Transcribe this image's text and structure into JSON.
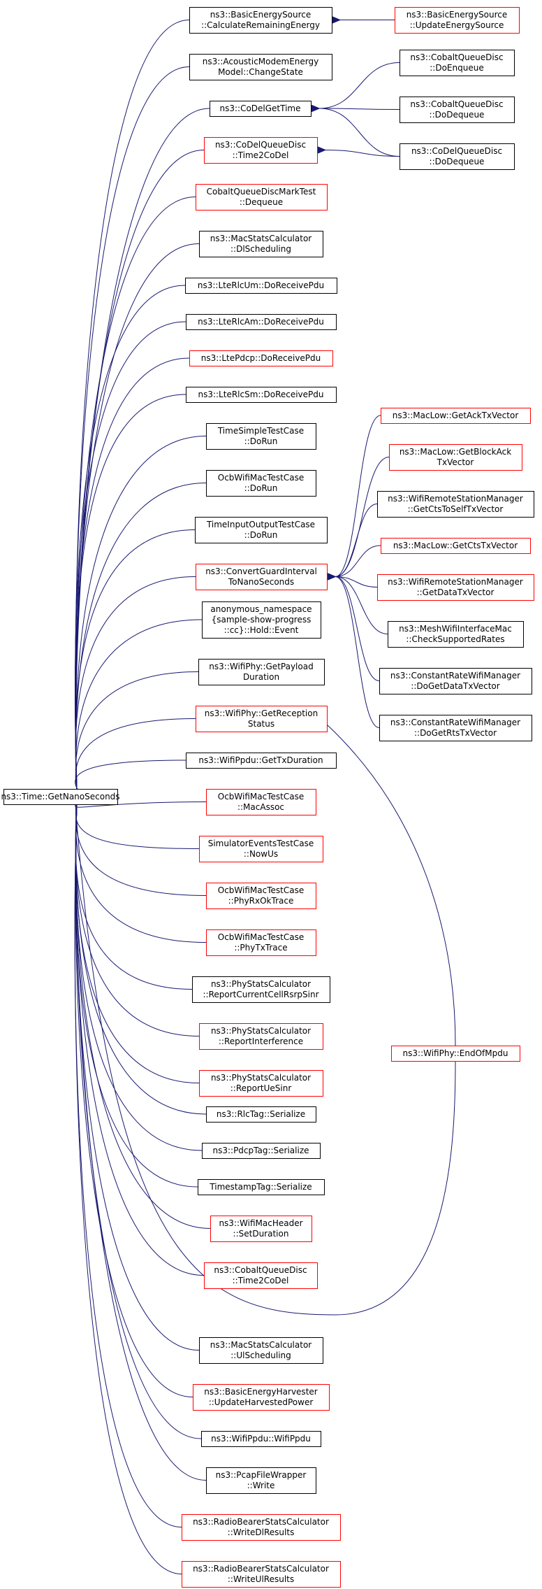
{
  "graph": {
    "colors": {
      "edge": "#191970",
      "black_border": "#000000",
      "red_border": "#ff0000",
      "root_fill": "#bfbfbf"
    },
    "root": {
      "id": "root",
      "lines": [
        "ns3::Time::GetNanoSeconds"
      ]
    },
    "nodes": [
      {
        "id": "basic_energy_calc",
        "lines": [
          "ns3::BasicEnergySource",
          "::CalculateRemainingEnergy"
        ],
        "border": "black"
      },
      {
        "id": "basic_energy_update",
        "lines": [
          "ns3::BasicEnergySource",
          "::UpdateEnergySource"
        ],
        "border": "red"
      },
      {
        "id": "acoustic_modem",
        "lines": [
          "ns3::AcousticModemEnergy",
          "Model::ChangeState"
        ],
        "border": "black"
      },
      {
        "id": "codel_get_time",
        "lines": [
          "ns3::CoDelGetTime"
        ],
        "border": "black"
      },
      {
        "id": "cobalt_enqueue",
        "lines": [
          "ns3::CobaltQueueDisc",
          "::DoEnqueue"
        ],
        "border": "black"
      },
      {
        "id": "cobalt_dequeue_a",
        "lines": [
          "ns3::CobaltQueueDisc",
          "::DoDequeue"
        ],
        "border": "black"
      },
      {
        "id": "codel_time2codel",
        "lines": [
          "ns3::CoDelQueueDisc",
          "::Time2CoDel"
        ],
        "border": "red"
      },
      {
        "id": "codel_dequeue",
        "lines": [
          "ns3::CoDelQueueDisc",
          "::DoDequeue"
        ],
        "border": "black"
      },
      {
        "id": "cobalt_mark_test",
        "lines": [
          "CobaltQueueDiscMarkTest",
          "::Dequeue"
        ],
        "border": "red"
      },
      {
        "id": "mac_stats_dl",
        "lines": [
          "ns3::MacStatsCalculator",
          "::DlScheduling"
        ],
        "border": "black"
      },
      {
        "id": "lte_rlc_um",
        "lines": [
          "ns3::LteRlcUm::DoReceivePdu"
        ],
        "border": "black"
      },
      {
        "id": "lte_rlc_am",
        "lines": [
          "ns3::LteRlcAm::DoReceivePdu"
        ],
        "border": "black"
      },
      {
        "id": "lte_pdcp",
        "lines": [
          "ns3::LtePdcp::DoReceivePdu"
        ],
        "border": "red"
      },
      {
        "id": "lte_rlc_sm",
        "lines": [
          "ns3::LteRlcSm::DoReceivePdu"
        ],
        "border": "black"
      },
      {
        "id": "time_simple_test",
        "lines": [
          "TimeSimpleTestCase",
          "::DoRun"
        ],
        "border": "black"
      },
      {
        "id": "ocb_dorun",
        "lines": [
          "OcbWifiMacTestCase",
          "::DoRun"
        ],
        "border": "black"
      },
      {
        "id": "time_io_test",
        "lines": [
          "TimeInputOutputTestCase",
          "::DoRun"
        ],
        "border": "black"
      },
      {
        "id": "convert_guard",
        "lines": [
          "ns3::ConvertGuardInterval",
          "ToNanoSeconds"
        ],
        "border": "red"
      },
      {
        "id": "mac_get_ack",
        "lines": [
          "ns3::MacLow::GetAckTxVector"
        ],
        "border": "red"
      },
      {
        "id": "mac_get_block_ack",
        "lines": [
          "ns3::MacLow::GetBlockAck",
          "TxVector"
        ],
        "border": "red"
      },
      {
        "id": "remote_cts_to_self",
        "lines": [
          "ns3::WifiRemoteStationManager",
          "::GetCtsToSelfTxVector"
        ],
        "border": "black"
      },
      {
        "id": "mac_get_cts",
        "lines": [
          "ns3::MacLow::GetCtsTxVector"
        ],
        "border": "red"
      },
      {
        "id": "remote_data_tx",
        "lines": [
          "ns3::WifiRemoteStationManager",
          "::GetDataTxVector"
        ],
        "border": "red"
      },
      {
        "id": "mesh_check_rates",
        "lines": [
          "ns3::MeshWifiInterfaceMac",
          "::CheckSupportedRates"
        ],
        "border": "black"
      },
      {
        "id": "constrate_data",
        "lines": [
          "ns3::ConstantRateWifiManager",
          "::DoGetDataTxVector"
        ],
        "border": "black"
      },
      {
        "id": "constrate_rts",
        "lines": [
          "ns3::ConstantRateWifiManager",
          "::DoGetRtsTxVector"
        ],
        "border": "black"
      },
      {
        "id": "anon_hold_event",
        "lines": [
          "anonymous_namespace",
          "{sample-show-progress",
          "::cc}::Hold::Event"
        ],
        "border": "black"
      },
      {
        "id": "wifiphy_payload",
        "lines": [
          "ns3::WifiPhy::GetPayload",
          "Duration"
        ],
        "border": "black"
      },
      {
        "id": "wifiphy_reception",
        "lines": [
          "ns3::WifiPhy::GetReception",
          "Status"
        ],
        "border": "red"
      },
      {
        "id": "wifippdu_txdur",
        "lines": [
          "ns3::WifiPpdu::GetTxDuration"
        ],
        "border": "black"
      },
      {
        "id": "ocb_macassoc",
        "lines": [
          "OcbWifiMacTestCase",
          "::MacAssoc"
        ],
        "border": "red"
      },
      {
        "id": "sim_events_nowus",
        "lines": [
          "SimulatorEventsTestCase",
          "::NowUs"
        ],
        "border": "red"
      },
      {
        "id": "ocb_phyrxok",
        "lines": [
          "OcbWifiMacTestCase",
          "::PhyRxOkTrace"
        ],
        "border": "red"
      },
      {
        "id": "ocb_phytx",
        "lines": [
          "OcbWifiMacTestCase",
          "::PhyTxTrace"
        ],
        "border": "red"
      },
      {
        "id": "phystats_rsrp",
        "lines": [
          "ns3::PhyStatsCalculator",
          "::ReportCurrentCellRsrpSinr"
        ],
        "border": "black"
      },
      {
        "id": "phystats_interf",
        "lines": [
          "ns3::PhyStatsCalculator",
          "::ReportInterference"
        ],
        "border": "red"
      },
      {
        "id": "phystats_uesinr",
        "lines": [
          "ns3::PhyStatsCalculator",
          "::ReportUeSinr"
        ],
        "border": "red"
      },
      {
        "id": "wifiphy_endofmpdu",
        "lines": [
          "ns3::WifiPhy::EndOfMpdu"
        ],
        "border": "red"
      },
      {
        "id": "rlctag_ser",
        "lines": [
          "ns3::RlcTag::Serialize"
        ],
        "border": "black"
      },
      {
        "id": "pdcptag_ser",
        "lines": [
          "ns3::PdcpTag::Serialize"
        ],
        "border": "black"
      },
      {
        "id": "timestamptag_ser",
        "lines": [
          "TimestampTag::Serialize"
        ],
        "border": "black"
      },
      {
        "id": "wifimachdr_setdur",
        "lines": [
          "ns3::WifiMacHeader",
          "::SetDuration"
        ],
        "border": "red"
      },
      {
        "id": "cobalt_time2codel",
        "lines": [
          "ns3::CobaltQueueDisc",
          "::Time2CoDel"
        ],
        "border": "red"
      },
      {
        "id": "mac_stats_ul",
        "lines": [
          "ns3::MacStatsCalculator",
          "::UlScheduling"
        ],
        "border": "black"
      },
      {
        "id": "energy_harvester",
        "lines": [
          "ns3::BasicEnergyHarvester",
          "::UpdateHarvestedPower"
        ],
        "border": "red"
      },
      {
        "id": "wifippdu_ctor",
        "lines": [
          "ns3::WifiPpdu::WifiPpdu"
        ],
        "border": "black"
      },
      {
        "id": "pcap_write",
        "lines": [
          "ns3::PcapFileWrapper",
          "::Write"
        ],
        "border": "black"
      },
      {
        "id": "radio_dl",
        "lines": [
          "ns3::RadioBearerStatsCalculator",
          "::WriteDlResults"
        ],
        "border": "red"
      },
      {
        "id": "radio_ul",
        "lines": [
          "ns3::RadioBearerStatsCalculator",
          "::WriteUlResults"
        ],
        "border": "red"
      }
    ],
    "edges": [
      [
        "basic_energy_update",
        "basic_energy_calc"
      ],
      [
        "cobalt_enqueue",
        "codel_get_time"
      ],
      [
        "cobalt_dequeue_a",
        "codel_get_time"
      ],
      [
        "codel_dequeue",
        "codel_get_time"
      ],
      [
        "codel_dequeue",
        "codel_time2codel"
      ],
      [
        "mac_get_ack",
        "convert_guard"
      ],
      [
        "mac_get_block_ack",
        "convert_guard"
      ],
      [
        "remote_cts_to_self",
        "convert_guard"
      ],
      [
        "mac_get_cts",
        "convert_guard"
      ],
      [
        "remote_data_tx",
        "convert_guard"
      ],
      [
        "mesh_check_rates",
        "convert_guard"
      ],
      [
        "constrate_data",
        "convert_guard"
      ],
      [
        "constrate_rts",
        "convert_guard"
      ],
      [
        "wifiphy_endofmpdu",
        "wifiphy_reception"
      ],
      [
        "wifiphy_endofmpdu",
        "root"
      ],
      [
        "basic_energy_calc",
        "root"
      ],
      [
        "acoustic_modem",
        "root"
      ],
      [
        "codel_get_time",
        "root"
      ],
      [
        "codel_time2codel",
        "root"
      ],
      [
        "cobalt_mark_test",
        "root"
      ],
      [
        "mac_stats_dl",
        "root"
      ],
      [
        "lte_rlc_um",
        "root"
      ],
      [
        "lte_rlc_am",
        "root"
      ],
      [
        "lte_pdcp",
        "root"
      ],
      [
        "lte_rlc_sm",
        "root"
      ],
      [
        "time_simple_test",
        "root"
      ],
      [
        "ocb_dorun",
        "root"
      ],
      [
        "time_io_test",
        "root"
      ],
      [
        "convert_guard",
        "root"
      ],
      [
        "anon_hold_event",
        "root"
      ],
      [
        "wifiphy_payload",
        "root"
      ],
      [
        "wifiphy_reception",
        "root"
      ],
      [
        "wifippdu_txdur",
        "root"
      ],
      [
        "ocb_macassoc",
        "root"
      ],
      [
        "sim_events_nowus",
        "root"
      ],
      [
        "ocb_phyrxok",
        "root"
      ],
      [
        "ocb_phytx",
        "root"
      ],
      [
        "phystats_rsrp",
        "root"
      ],
      [
        "phystats_interf",
        "root"
      ],
      [
        "phystats_uesinr",
        "root"
      ],
      [
        "rlctag_ser",
        "root"
      ],
      [
        "pdcptag_ser",
        "root"
      ],
      [
        "timestamptag_ser",
        "root"
      ],
      [
        "wifimachdr_setdur",
        "root"
      ],
      [
        "cobalt_time2codel",
        "root"
      ],
      [
        "mac_stats_ul",
        "root"
      ],
      [
        "energy_harvester",
        "root"
      ],
      [
        "wifippdu_ctor",
        "root"
      ],
      [
        "pcap_write",
        "root"
      ],
      [
        "radio_dl",
        "root"
      ],
      [
        "radio_ul",
        "root"
      ]
    ]
  }
}
